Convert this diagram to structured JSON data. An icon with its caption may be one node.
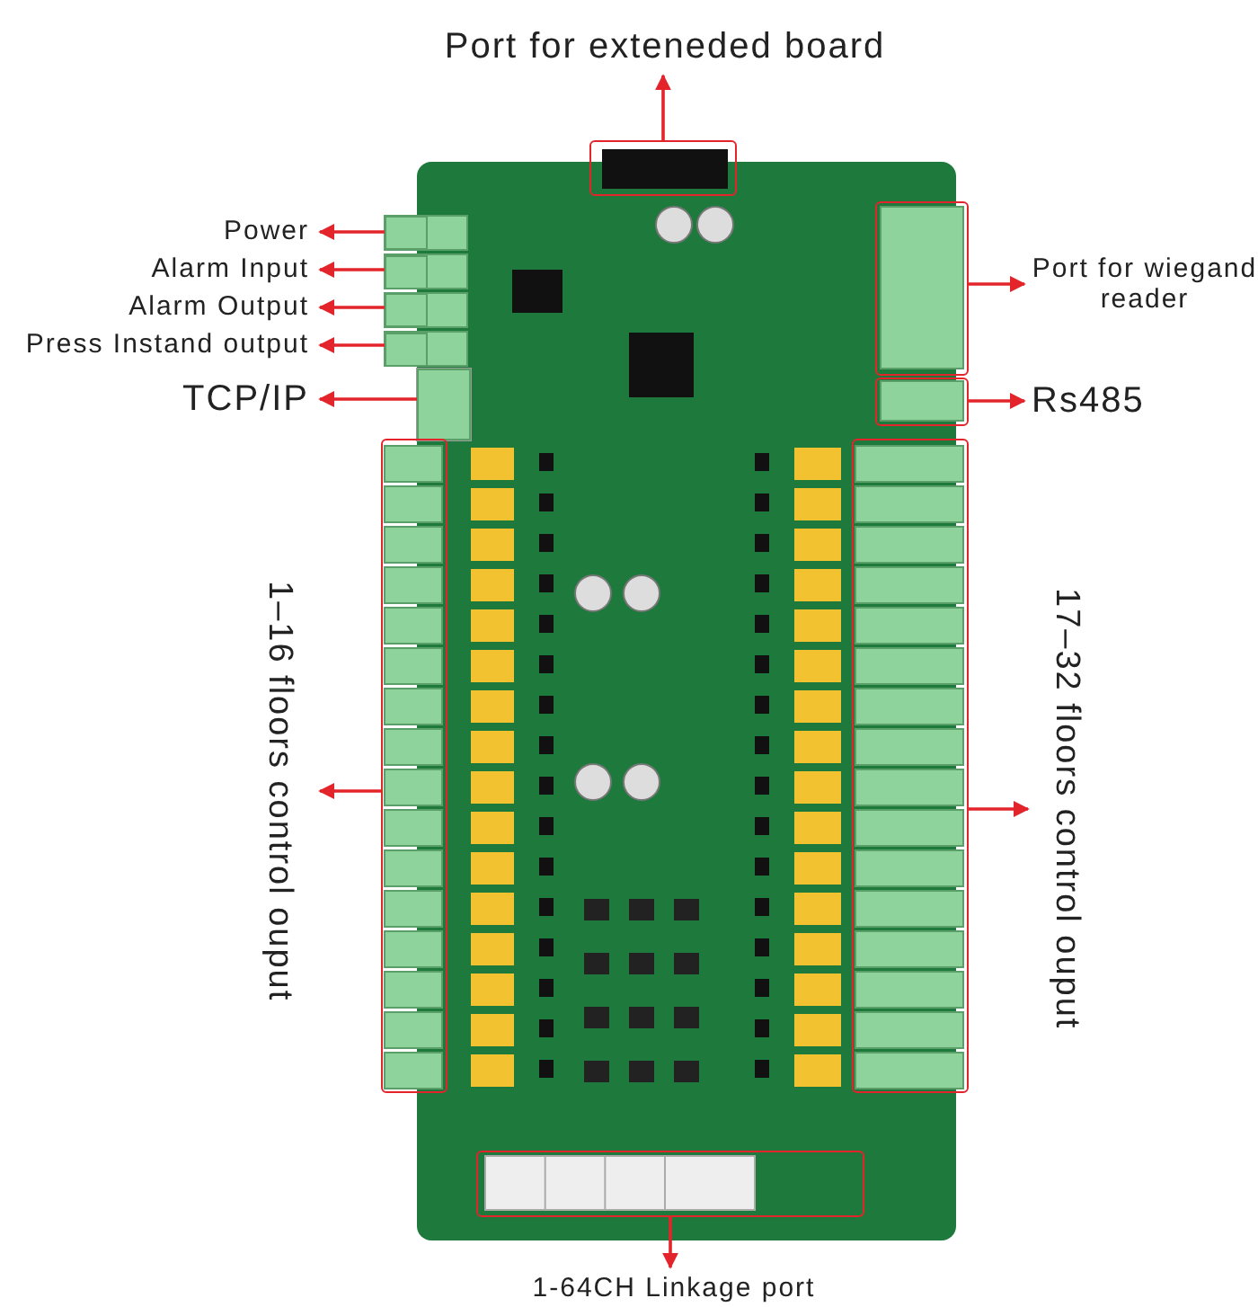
{
  "diagram": {
    "nodes": [
      {
        "text": [
          "Port for exteneded board"
        ]
      },
      {
        "text": [],
        "shape": "box"
      },
      {
        "text": [
          "Power"
        ]
      },
      {
        "text": [],
        "shape": "box"
      },
      {
        "text": [
          "Alarm Input"
        ]
      },
      {
        "text": [],
        "shape": "box"
      },
      {
        "text": [
          "Alarm Output"
        ]
      },
      {
        "text": [],
        "shape": "box"
      },
      {
        "text": [
          "Press Instand output"
        ]
      },
      {
        "text": [],
        "shape": "box"
      },
      {
        "text": [
          "TCP/IP"
        ]
      },
      {
        "text": [],
        "shape": "box"
      },
      {
        "text": [
          "Port for wiegand reader"
        ]
      },
      {
        "text": [],
        "shape": "box"
      },
      {
        "text": [
          "Rs485"
        ]
      },
      {
        "text": [],
        "shape": "box"
      },
      {
        "text": [
          "1–16 floors control ouput"
        ]
      },
      {
        "text": [],
        "shape": "box"
      },
      {
        "text": [
          "17–32 floors control ouput"
        ]
      },
      {
        "text": [],
        "shape": "box"
      },
      {
        "text": [
          "1-64CH Linkage port"
        ]
      },
      {
        "text": [],
        "shape": "box"
      }
    ],
    "edges": [
      {
        "from": 1,
        "to": 0,
        "arrow": "to"
      },
      {
        "from": 3,
        "to": 2,
        "arrow": "to"
      },
      {
        "from": 5,
        "to": 4,
        "arrow": "to"
      },
      {
        "from": 7,
        "to": 6,
        "arrow": "to"
      },
      {
        "from": 9,
        "to": 8,
        "arrow": "to"
      },
      {
        "from": 11,
        "to": 10,
        "arrow": "to"
      },
      {
        "from": 13,
        "to": 12,
        "arrow": "to"
      },
      {
        "from": 15,
        "to": 14,
        "arrow": "to"
      },
      {
        "from": 17,
        "to": 16,
        "arrow": "to"
      },
      {
        "from": 19,
        "to": 18,
        "arrow": "to"
      },
      {
        "from": 21,
        "to": 20,
        "arrow": "to"
      }
    ]
  }
}
